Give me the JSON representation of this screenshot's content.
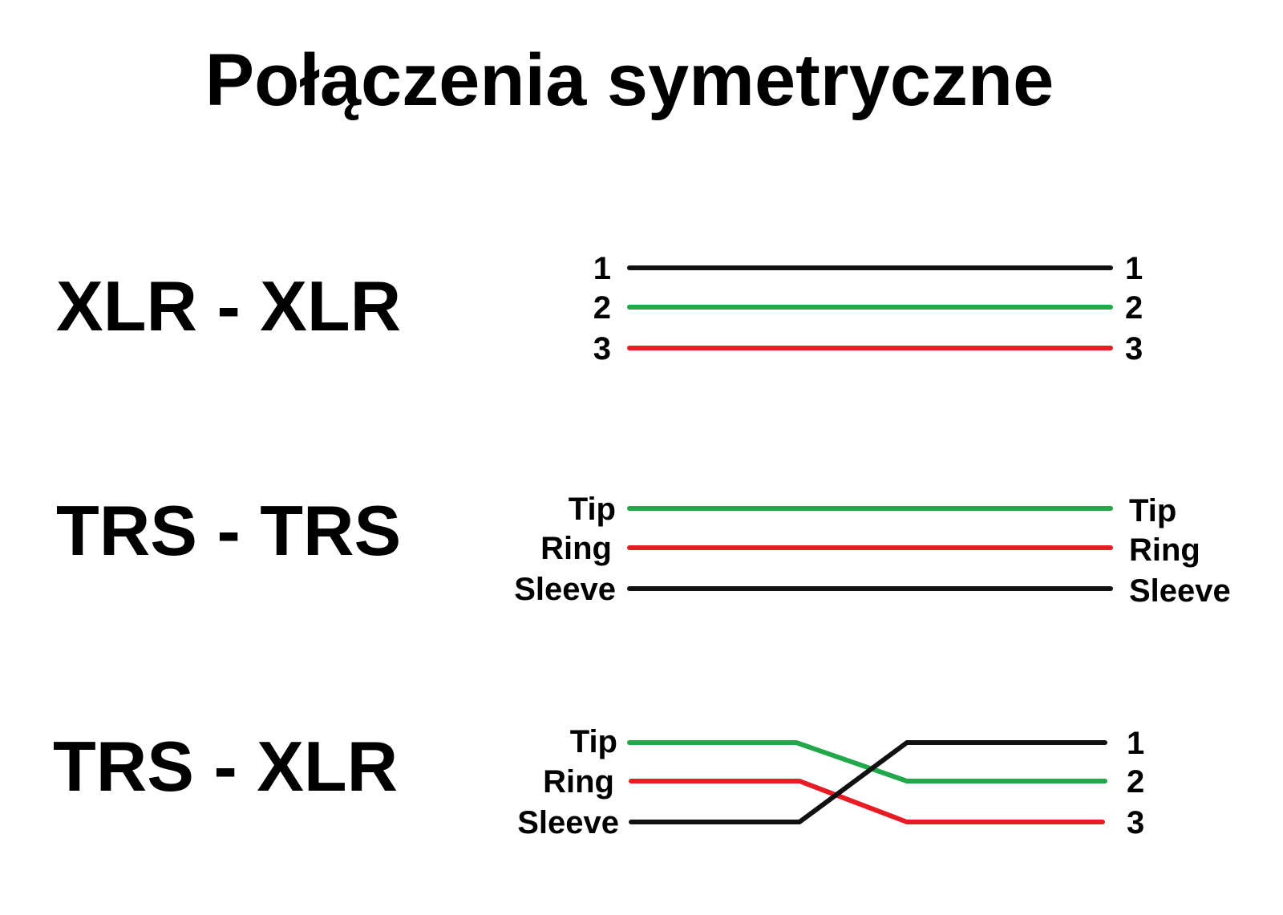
{
  "title": "Połączenia symetryczne",
  "colors": {
    "black": "#111111",
    "green": "#22a84a",
    "red": "#e81c24"
  },
  "sections": [
    {
      "name": "XLR - XLR",
      "left_labels": [
        "1",
        "2",
        "3"
      ],
      "right_labels": [
        "1",
        "2",
        "3"
      ],
      "wire_colors": [
        "black",
        "green",
        "red"
      ],
      "wiring": "straight"
    },
    {
      "name": "TRS - TRS",
      "left_labels": [
        "Tip",
        "Ring",
        "Sleeve"
      ],
      "right_labels": [
        "Tip",
        "Ring",
        "Sleeve"
      ],
      "wire_colors": [
        "green",
        "red",
        "black"
      ],
      "wiring": "straight"
    },
    {
      "name": "TRS - XLR",
      "left_labels": [
        "Tip",
        "Ring",
        "Sleeve"
      ],
      "right_labels": [
        "1",
        "2",
        "3"
      ],
      "wire_colors": [
        "green",
        "red",
        "black"
      ],
      "wiring": "crossed",
      "connections": [
        {
          "from": "Tip",
          "to": "2"
        },
        {
          "from": "Ring",
          "to": "3"
        },
        {
          "from": "Sleeve",
          "to": "1"
        }
      ]
    }
  ]
}
